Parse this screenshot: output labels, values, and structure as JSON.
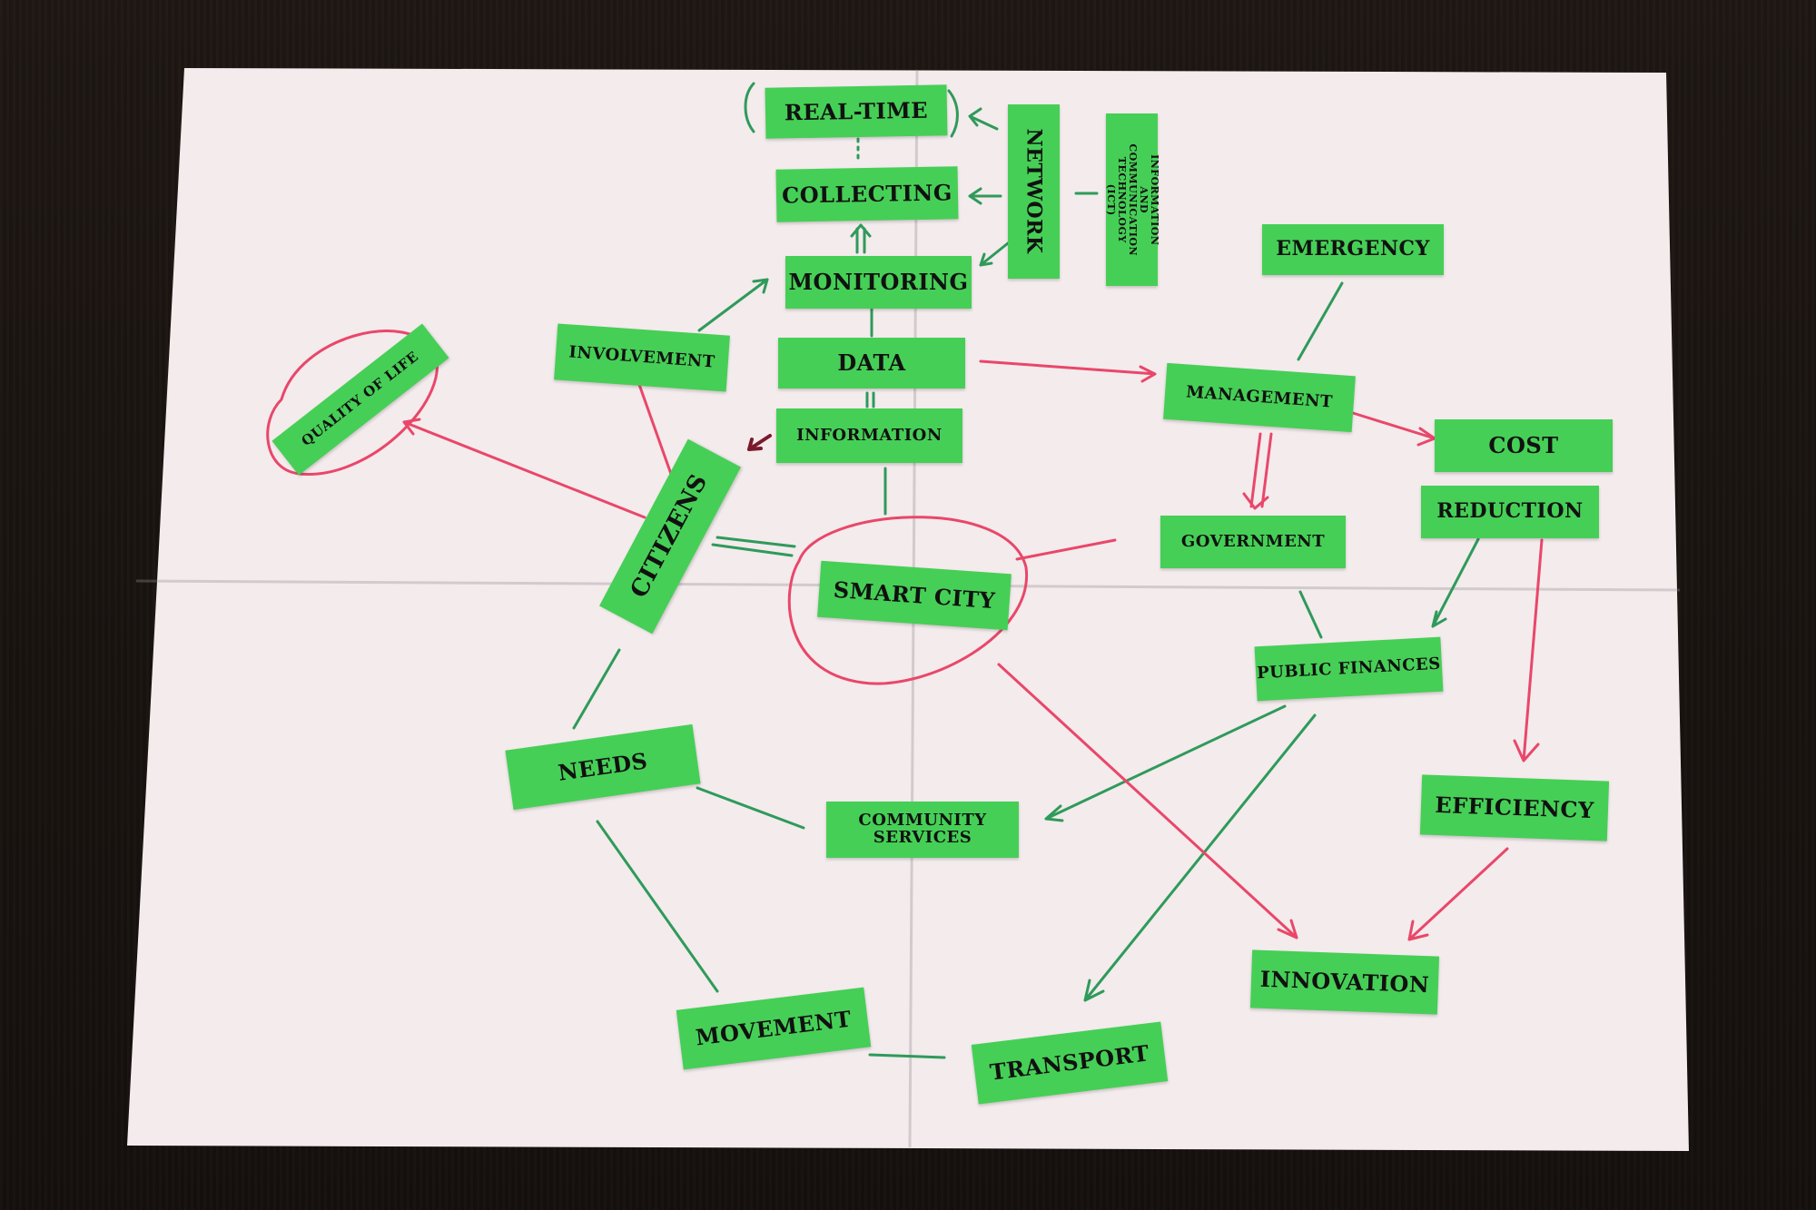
{
  "labels": {
    "real_time": "REAL-TIME",
    "collecting": "COLLECTING",
    "monitoring": "MONITORING",
    "network": "NETWORK",
    "ict": "INFORMATION AND COMMUNICATION TECHNOLOGY (ICT)",
    "emergency": "EMERGENCY",
    "involvement": "INVOLVEMENT",
    "data": "DATA",
    "information": "INFORMATION",
    "quality_of_life": "QUALITY OF LIFE",
    "management": "MANAGEMENT",
    "cost": "COST",
    "reduction": "REDUCTION",
    "citizens": "CITIZENS",
    "government": "GOVERNMENT",
    "smart_city": "SMART CITY",
    "public_finances": "PUBLIC FINANCES",
    "needs": "NEEDS",
    "community_services": "COMMUNITY SERVICES",
    "efficiency": "EFFICIENCY",
    "innovation": "INNOVATION",
    "movement": "MOVEMENT",
    "transport": "TRANSPORT"
  },
  "colors": {
    "label_green": "#46cf56",
    "marker_green": "#2f9a5a",
    "marker_red": "#e9476a",
    "paper": "#f3ebec"
  }
}
